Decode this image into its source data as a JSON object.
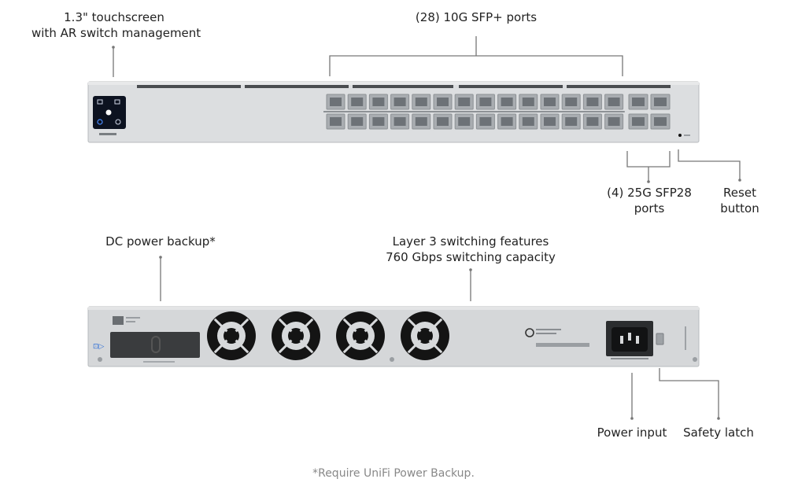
{
  "colors": {
    "chassis": "#d7d9db",
    "chassis_edge": "#b8bbbe",
    "port": "#a9adb1",
    "port_dark": "#6d7277",
    "fan": "#141414",
    "leader": "#777777",
    "label_text": "#222222",
    "footnote_text": "#888888"
  },
  "front_panel": {
    "callouts": {
      "touchscreen": {
        "line1": "1.3\" touchscreen",
        "line2": "with AR switch management"
      },
      "sfp_plus": {
        "line1": "(28) 10G SFP+ ports"
      },
      "sfp28": {
        "line1": "(4) 25G SFP28",
        "line2": "ports"
      },
      "reset": {
        "line1": "Reset",
        "line2": "button"
      }
    },
    "sfp_plus_port_count": 28,
    "sfp28_port_count": 4
  },
  "rear_panel": {
    "callouts": {
      "dc_backup": {
        "line1": "DC power backup*"
      },
      "layer3": {
        "line1": "Layer 3 switching features",
        "line2": "760 Gbps switching capacity"
      },
      "power_input": {
        "line1": "Power input"
      },
      "safety_latch": {
        "line1": "Safety latch"
      }
    },
    "fan_count": 4
  },
  "footnote": "*Require UniFi Power Backup."
}
